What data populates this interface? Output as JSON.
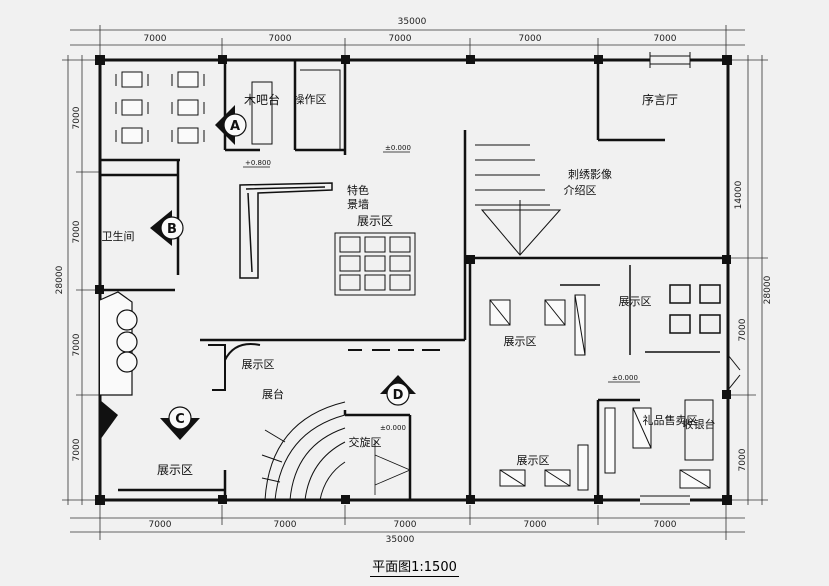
{
  "dimensions": {
    "top_total": "35000",
    "top_segments": [
      "7000",
      "7000",
      "7000",
      "7000",
      "7000"
    ],
    "bottom_total": "35000",
    "bottom_segments": [
      "7000",
      "7000",
      "7000",
      "7000",
      "7000"
    ],
    "left_total": "28000",
    "left_segments": [
      "7000",
      "7000",
      "7000",
      "7000"
    ],
    "right_total": "28000",
    "right_upper": "14000",
    "right_lower_a": "7000",
    "right_lower_b": "7000"
  },
  "rooms": {
    "bar_label": "木吧台",
    "operation_label": "操作区",
    "preface_hall": "序言厅",
    "feature_wall": [
      "特色",
      "景墙"
    ],
    "exhibit_center": "展示区",
    "embroidery": [
      "刺绣影像",
      "介绍区"
    ],
    "restroom": "卫生间",
    "exhibit_mid": "展示区",
    "exhibit_right": "展示区",
    "exhibit_small": "展示区",
    "stage": "展台",
    "spiral_area": "交旋区",
    "exhibit_bottom_left": "展示区",
    "exhibit_bottom_mid": "展示区",
    "gift_shop": "礼品售卖区",
    "cashier": "收银台"
  },
  "markers": {
    "A": "A",
    "B": "B",
    "C": "C",
    "D": "D"
  },
  "levels": {
    "l1": "±0.000",
    "l2": "+0.800",
    "l3": "±0.000",
    "l4": "±0.000"
  },
  "caption": "平面图1:1500"
}
